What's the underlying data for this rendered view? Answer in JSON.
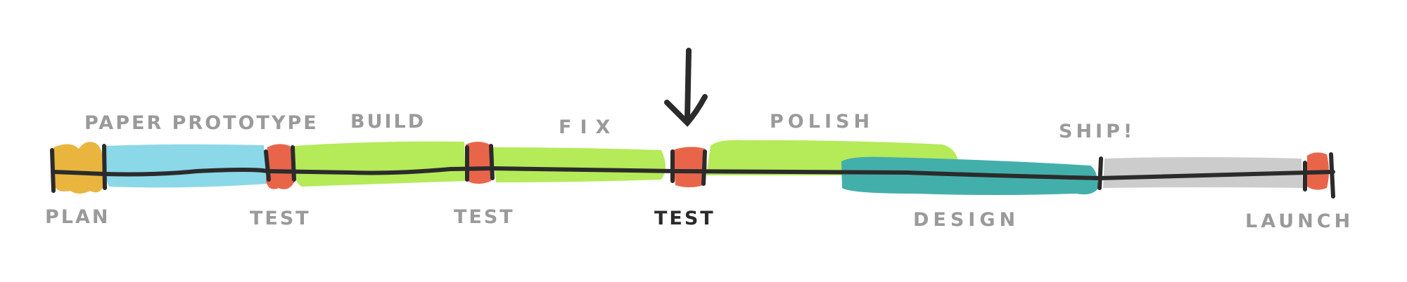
{
  "diagram": {
    "phases_top": [
      "PAPER PROTOTYPE",
      "BUILD",
      "FIX",
      "POLISH",
      "SHIP!"
    ],
    "milestones_bottom": [
      "PLAN",
      "TEST",
      "TEST",
      "TEST",
      "DESIGN",
      "LAUNCH"
    ],
    "current_marker": "arrow-down",
    "colors": {
      "plan": "#E9B53E",
      "paper_prototype": "#8AD8E8",
      "test": "#E9654A",
      "build_fix_polish": "#B5EA58",
      "design": "#43AFAA",
      "ship": "#CCCCCC",
      "line": "#2B2B2B",
      "label": "#9A9A9A"
    }
  }
}
